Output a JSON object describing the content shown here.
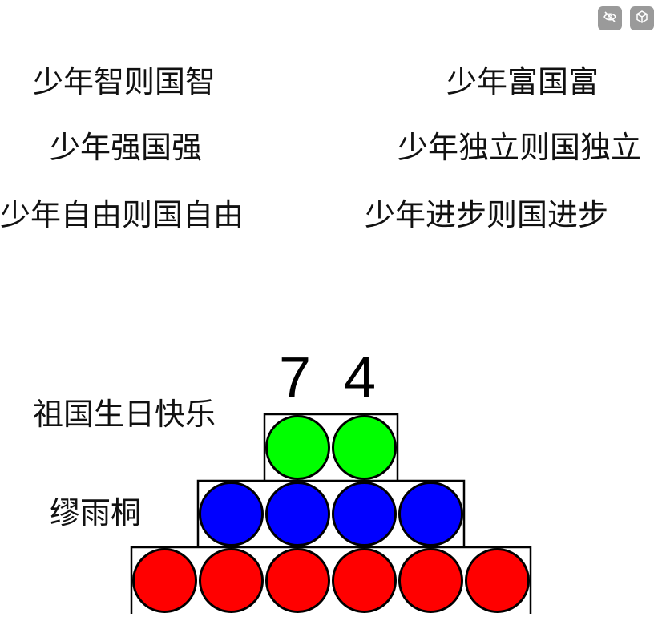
{
  "toolbar": {
    "buttons": [
      {
        "icon": "eye-off-icon"
      },
      {
        "icon": "cube-icon"
      }
    ],
    "button_color": "#9a9a9a"
  },
  "phrases": {
    "left": [
      "少年智则国智",
      "少年强国强",
      "少年自由则国自由"
    ],
    "right": [
      "少年富国富",
      "少年独立则国独立",
      "少年进步则国进步"
    ]
  },
  "diagram": {
    "digits": [
      "7",
      "4"
    ],
    "labels": {
      "top": "祖国生日快乐",
      "middle": "缪雨桐"
    },
    "rows": [
      {
        "count": 2,
        "color": "#00ff00"
      },
      {
        "count": 4,
        "color": "#0000ff"
      },
      {
        "count": 6,
        "color": "#ff0000"
      }
    ]
  }
}
